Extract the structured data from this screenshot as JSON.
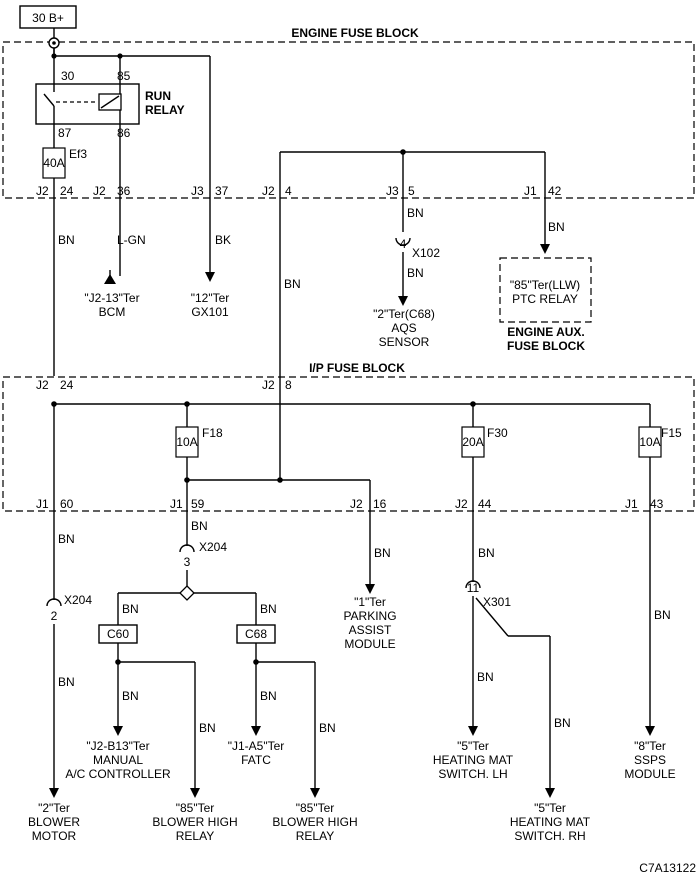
{
  "source": {
    "label": "30 B+"
  },
  "engine_fuse_block": {
    "title": "ENGINE FUSE BLOCK",
    "relay": {
      "line1": "RUN",
      "line2": "RELAY",
      "pin_30": "30",
      "pin_85": "85",
      "pin_87": "87",
      "pin_86": "86"
    },
    "fuse_ef3": {
      "rating": "40A",
      "name": "Ef3"
    },
    "connectors": [
      {
        "conn": "J2",
        "pin": "24"
      },
      {
        "conn": "J2",
        "pin": "36"
      },
      {
        "conn": "J3",
        "pin": "37"
      },
      {
        "conn": "J2",
        "pin": "4"
      },
      {
        "conn": "J3",
        "pin": "5"
      },
      {
        "conn": "J1",
        "pin": "42"
      }
    ]
  },
  "engine_aux_fuse_block": {
    "line1": "ENGINE AUX.",
    "line2": "FUSE BLOCK",
    "ptc_relay": {
      "line1": "\"85\"Ter(LLW)",
      "line2": "PTC RELAY"
    }
  },
  "ip_fuse_block": {
    "title": "I/P FUSE BLOCK",
    "top_connectors": [
      {
        "conn": "J2",
        "pin": "24"
      },
      {
        "conn": "J2",
        "pin": "8"
      }
    ],
    "fuses": [
      {
        "name": "F18",
        "rating": "10A"
      },
      {
        "name": "F30",
        "rating": "20A"
      },
      {
        "name": "F15",
        "rating": "10A"
      }
    ],
    "bottom_connectors": [
      {
        "conn": "J1",
        "pin": "60"
      },
      {
        "conn": "J1",
        "pin": "59"
      },
      {
        "conn": "J2",
        "pin": "16"
      },
      {
        "conn": "J2",
        "pin": "44"
      },
      {
        "conn": "J1",
        "pin": "43"
      }
    ]
  },
  "wire_colors": {
    "bn": "BN",
    "lgn": "L-GN",
    "bk": "BK"
  },
  "splices": [
    {
      "name": "X102",
      "pin": "4"
    },
    {
      "name": "X204",
      "pin": "3"
    },
    {
      "name": "X204",
      "pin": "2"
    },
    {
      "name": "X301",
      "pin": "11"
    }
  ],
  "connector_boxes": [
    "C60",
    "C68"
  ],
  "destinations": {
    "bcm": {
      "line1": "\"J2-13\"Ter",
      "line2": "BCM"
    },
    "gx101": {
      "line1": "\"12\"Ter",
      "line2": "GX101"
    },
    "aqs": {
      "line1": "\"2\"Ter(C68)",
      "line2": "AQS",
      "line3": "SENSOR"
    },
    "parking": {
      "line1": "\"1\"Ter",
      "line2": "PARKING",
      "line3": "ASSIST",
      "line4": "MODULE"
    },
    "heat_lh": {
      "line1": "\"5\"Ter",
      "line2": "HEATING MAT",
      "line3": "SWITCH. LH"
    },
    "heat_rh": {
      "line1": "\"5\"Ter",
      "line2": "HEATING MAT",
      "line3": "SWITCH. RH"
    },
    "ssps": {
      "line1": "\"8\"Ter",
      "line2": "SSPS",
      "line3": "MODULE"
    },
    "manual_ac": {
      "line1": "\"J2-B13\"Ter",
      "line2": "MANUAL",
      "line3": "A/C CONTROLLER"
    },
    "fatc": {
      "line1": "\"J1-A5\"Ter",
      "line2": "FATC"
    },
    "blower_motor": {
      "line1": "\"2\"Ter",
      "line2": "BLOWER",
      "line3": "MOTOR"
    },
    "blower_relay_1": {
      "line1": "\"85\"Ter",
      "line2": "BLOWER HIGH",
      "line3": "RELAY"
    },
    "blower_relay_2": {
      "line1": "\"85\"Ter",
      "line2": "BLOWER HIGH",
      "line3": "RELAY"
    }
  },
  "figure_code": "C7A13122"
}
